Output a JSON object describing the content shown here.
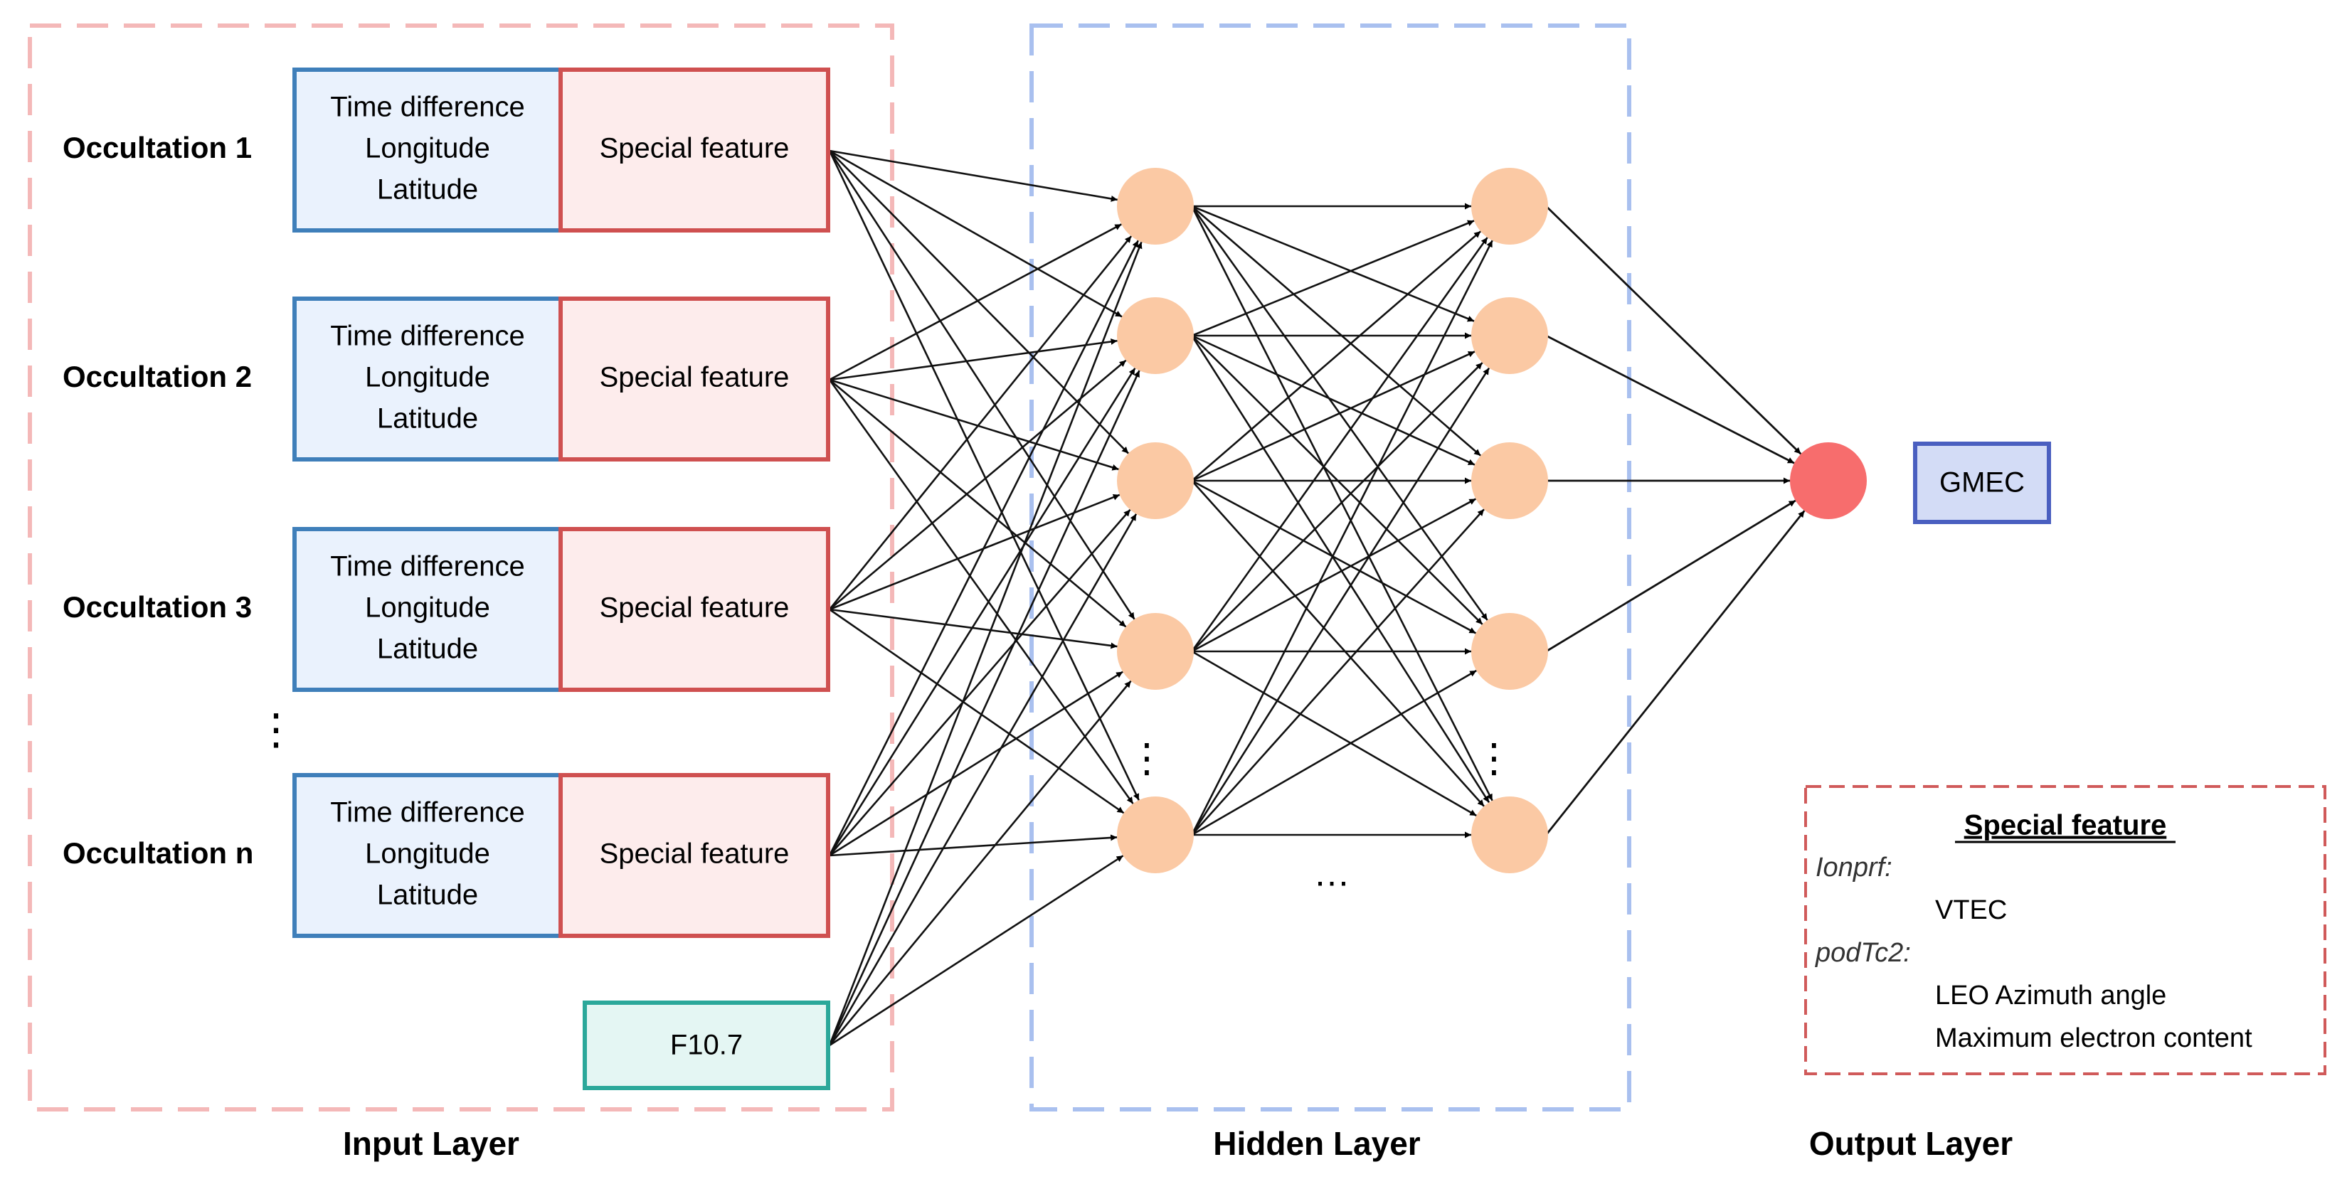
{
  "input_layer": {
    "label": "Input Layer",
    "occultations": [
      {
        "label": "Occultation 1",
        "features": [
          "Time difference",
          "Longitude",
          "Latitude"
        ],
        "special": "Special feature"
      },
      {
        "label": "Occultation 2",
        "features": [
          "Time difference",
          "Longitude",
          "Latitude"
        ],
        "special": "Special feature"
      },
      {
        "label": "Occultation 3",
        "features": [
          "Time difference",
          "Longitude",
          "Latitude"
        ],
        "special": "Special feature"
      },
      {
        "label": "Occultation n",
        "features": [
          "Time difference",
          "Longitude",
          "Latitude"
        ],
        "special": "Special feature"
      }
    ],
    "ellipsis": "⋮",
    "f107_label": "F10.7"
  },
  "hidden_layer": {
    "label": "Hidden Layer",
    "vertical_ellipsis": "⋮",
    "horizontal_ellipsis": "…"
  },
  "output_layer": {
    "label": "Output Layer",
    "output_label": "GMEC"
  },
  "legend": {
    "title": "Special feature",
    "groups": [
      {
        "name": "Ionprf:",
        "items": [
          "VTEC"
        ]
      },
      {
        "name": "podTc2:",
        "items": [
          "LEO Azimuth angle",
          "Maximum electron content"
        ]
      }
    ]
  },
  "colors": {
    "input_frame": "#f4b8b8",
    "hidden_frame": "#a9c0ef",
    "feature_stroke": "#3f7fba",
    "feature_fill": "#eaf2fd",
    "special_stroke": "#cf5050",
    "special_fill": "#fdecec",
    "f107_stroke": "#2ba89a",
    "f107_fill": "#e4f6f3",
    "neuron": "#fbc9a4",
    "output_neuron": "#f76d6d",
    "gmec_stroke": "#4a5fc0",
    "gmec_fill": "#d3dcf6",
    "legend_frame": "#d05a5a"
  }
}
